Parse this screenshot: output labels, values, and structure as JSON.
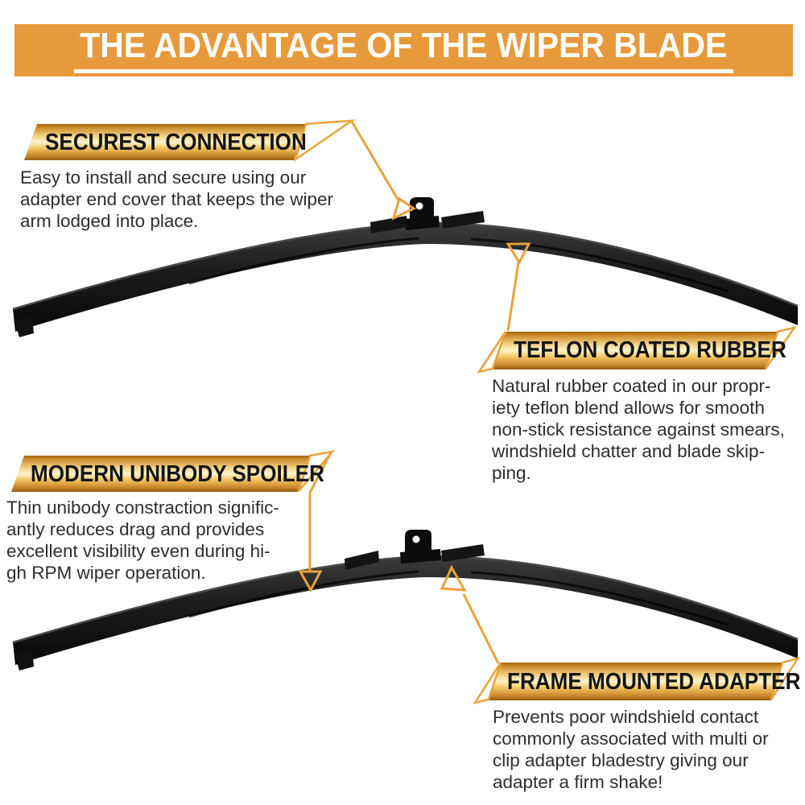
{
  "header": {
    "title": "THE ADVANTAGE OF THE WIPER BLADE"
  },
  "features": [
    {
      "id": "securest-connection",
      "title": "SECUREST CONNECTION",
      "description": "Easy to install and secure using our\nadapter end cover that keeps the wiper\narm lodged into place."
    },
    {
      "id": "teflon-coated-rubber",
      "title": "TEFLON COATED RUBBER",
      "description": "Natural rubber coated in our propr-\niety teflon blend allows for smooth\nnon-stick resistance against smears,\nwindshield chatter and blade skip-\nping."
    },
    {
      "id": "modern-unibody-spoiler",
      "title": "MODERN UNIBODY SPOILER",
      "description": "Thin unibody constraction signific-\nantly reduces drag and provides\nexcellent visibility even during hi-\ngh RPM wiper operation."
    },
    {
      "id": "frame-mounted-adapter",
      "title": "FRAME MOUNTED ADAPTER",
      "description": "Prevents poor windshield contact\ncommonly associated with multi or\nclip adapter bladestry giving our\nadapter a firm shake!"
    }
  ],
  "icons": {
    "callout_arrowhead": "hollow-triangle",
    "ribbon_fold": "white-triangle-fold",
    "adapter_hole": "white-circle"
  },
  "colors": {
    "header_banner": "#e79a3b",
    "header_text": "#ffffff",
    "ribbon_gold_dark": "#a06612",
    "ribbon_gold_light": "#fdf3cd",
    "ribbon_text": "#151515",
    "callout_line": "#eaa23a",
    "body_text": "#2e2e2e",
    "blade_black": "#141414",
    "background": "#ffffff"
  }
}
